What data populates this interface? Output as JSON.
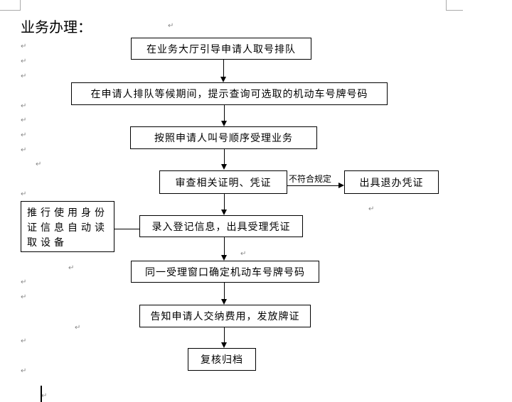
{
  "document": {
    "heading": "业务办理：",
    "paragraph_mark": "↵",
    "flowchart": {
      "steps": [
        "在业务大厅引导申请人取号排队",
        "在申请人排队等候期间，提示查询可选取的机动车号牌号码",
        "按照申请人叫号顺序受理业务",
        "审查相关证明、凭证",
        "录入登记信息，出具受理凭证",
        "同一受理窗口确定机动车号牌号码",
        "告知申请人交纳费用，发放牌证",
        "复核归档"
      ],
      "reject_label": "不符合规定",
      "reject_box": "出具退办凭证",
      "side_note": "推行使用身份证信息自动读取设备"
    }
  }
}
